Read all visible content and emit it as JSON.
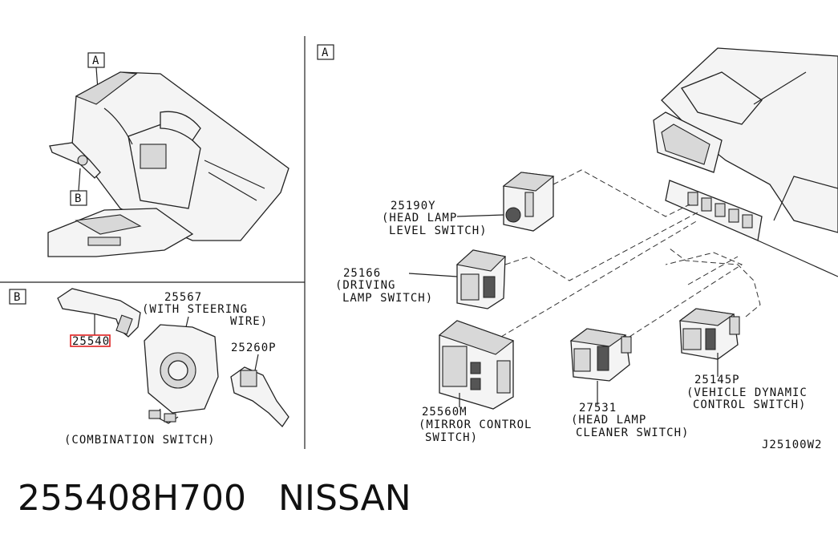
{
  "view_labels": {
    "a_left": "A",
    "b_left": "B",
    "a_right": "A",
    "b_panel": "B"
  },
  "parts": {
    "p25190": {
      "number": "25190Y",
      "desc1": "(HEAD LAMP",
      "desc2": "LEVEL SWITCH)"
    },
    "p25166": {
      "number": "25166",
      "desc1": "(DRIVING",
      "desc2": "LAMP SWITCH)"
    },
    "p25560": {
      "number": "25560M",
      "desc1": "(MIRROR CONTROL",
      "desc2": "SWITCH)"
    },
    "p27531": {
      "number": "27531",
      "desc1": "(HEAD LAMP",
      "desc2": "CLEANER SWITCH)"
    },
    "p25145": {
      "number": "25145P",
      "desc1": "(VEHICLE DYNAMIC",
      "desc2": "CONTROL SWITCH)"
    },
    "p25567": {
      "number": "25567",
      "desc1": "(WITH STEERING",
      "desc2": "WIRE)"
    },
    "p25260": {
      "number": "25260P"
    },
    "p25540": {
      "number": "25540"
    },
    "combination": {
      "caption": "(COMBINATION SWITCH)"
    }
  },
  "highlight_color": "#e02020",
  "diagram_code": "J25100W2",
  "footer": {
    "part_number": "255408H700",
    "brand": "NISSAN"
  }
}
